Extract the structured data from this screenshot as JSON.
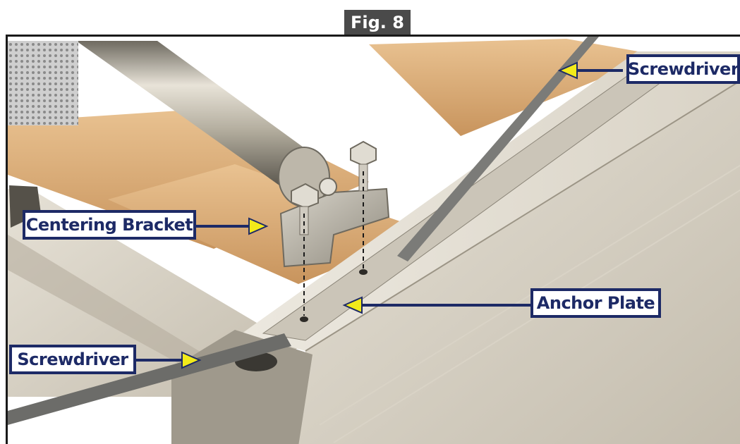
{
  "figure": {
    "label": "Fig. 8"
  },
  "callouts": [
    {
      "id": "screwdriver-top",
      "label": "Screwdriver"
    },
    {
      "id": "centering-bracket",
      "label": "Centering Bracket"
    },
    {
      "id": "anchor-plate",
      "label": "Anchor Plate"
    },
    {
      "id": "screwdriver-bottom",
      "label": "Screwdriver"
    }
  ],
  "colors": {
    "callout_border": "#1d2a66",
    "arrow_fill": "#f2ea1a",
    "tab_bg": "#4a4a4a"
  }
}
